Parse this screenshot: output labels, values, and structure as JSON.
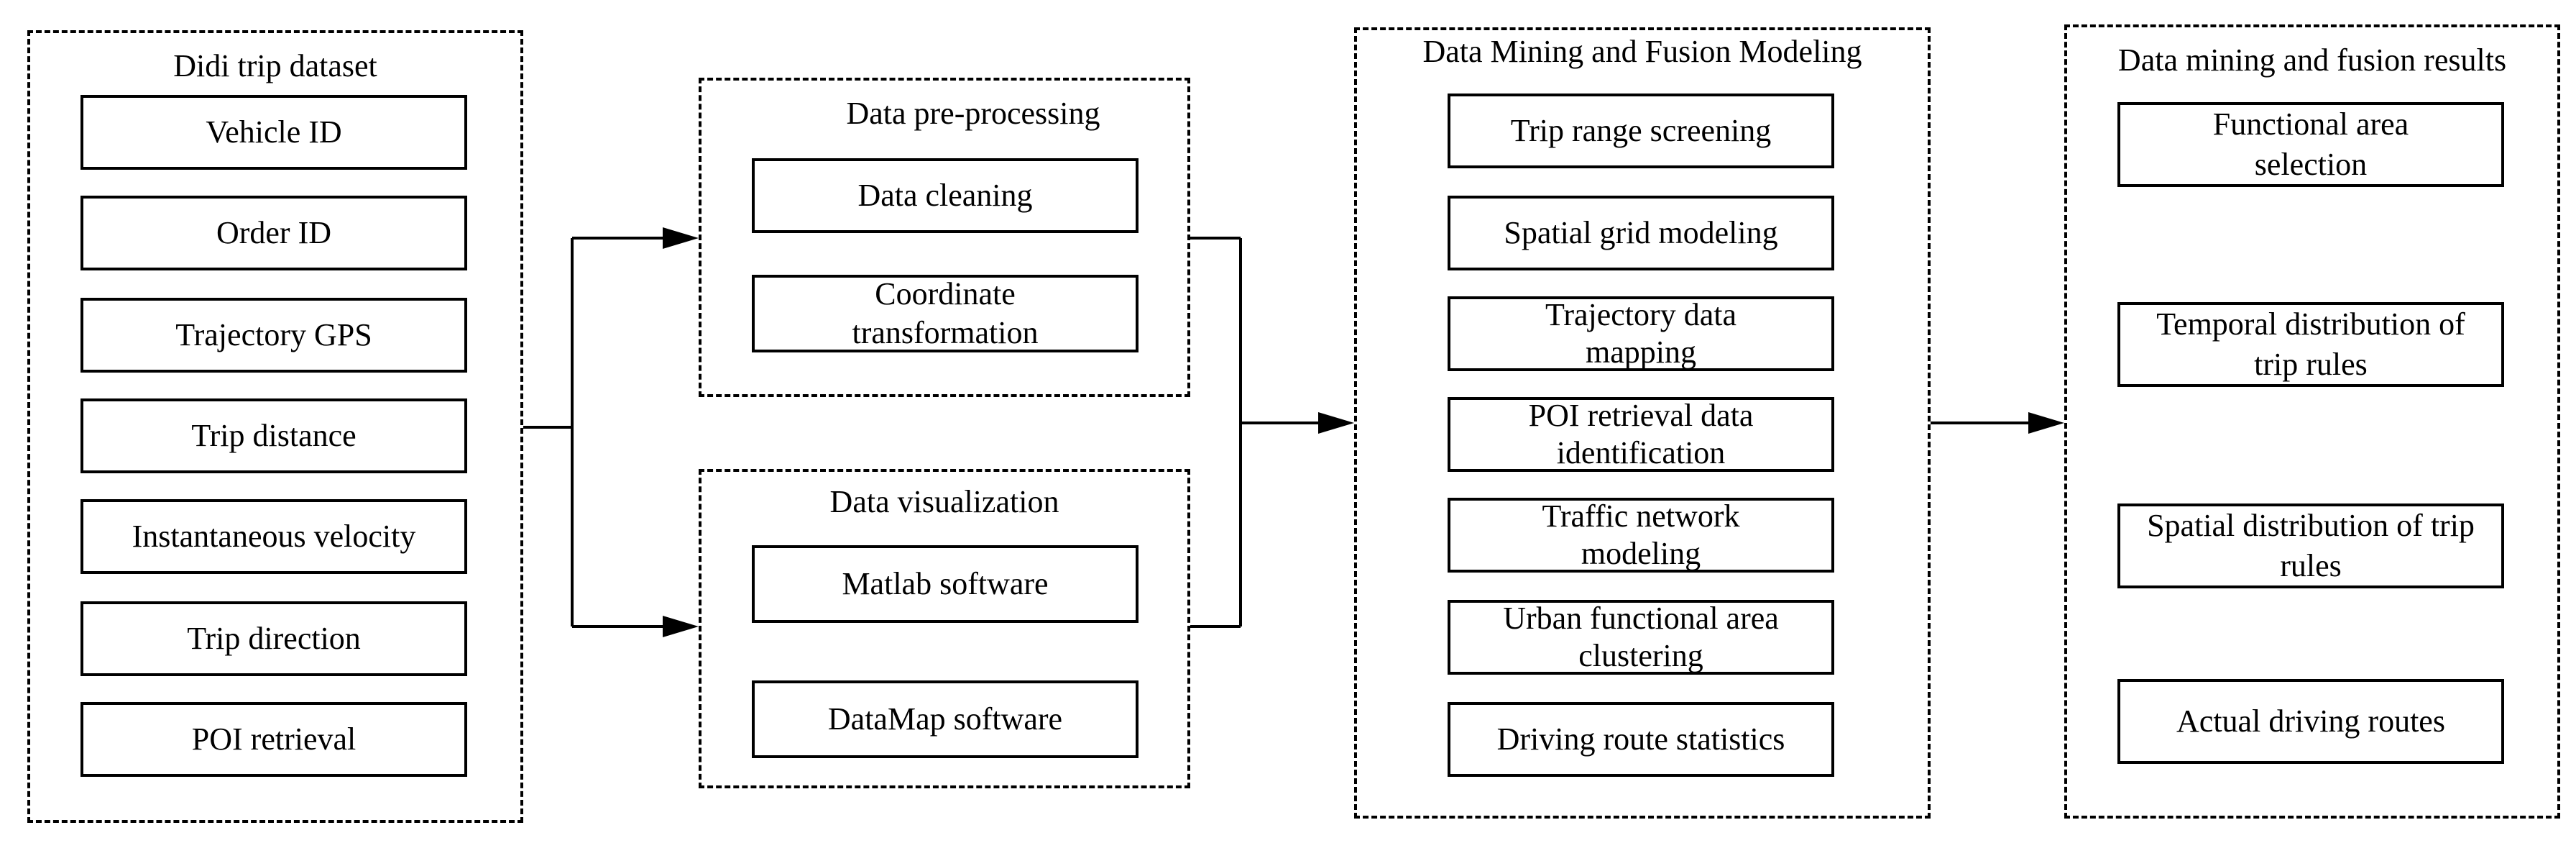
{
  "groups": {
    "dataset": {
      "title": "Didi trip dataset",
      "items": [
        "Vehicle ID",
        "Order ID",
        "Trajectory GPS",
        "Trip distance",
        "Instantaneous velocity",
        "Trip direction",
        "POI retrieval"
      ]
    },
    "preprocessing": {
      "title": "Data pre-processing",
      "items": [
        "Data cleaning",
        "Coordinate transformation"
      ]
    },
    "visualization": {
      "title": "Data visualization",
      "items": [
        "Matlab software",
        "DataMap software"
      ]
    },
    "modeling": {
      "title": "Data Mining and Fusion Modeling",
      "items": [
        "Trip range screening",
        "Spatial grid modeling",
        "Trajectory data mapping",
        "POI retrieval data identification",
        "Traffic network modeling",
        "Urban functional area clustering",
        "Driving route statistics"
      ]
    },
    "results": {
      "title": "Data mining and fusion results",
      "items": [
        "Functional area selection",
        "Temporal distribution of trip rules",
        "Spatial distribution of trip rules",
        "Actual driving routes"
      ]
    }
  }
}
